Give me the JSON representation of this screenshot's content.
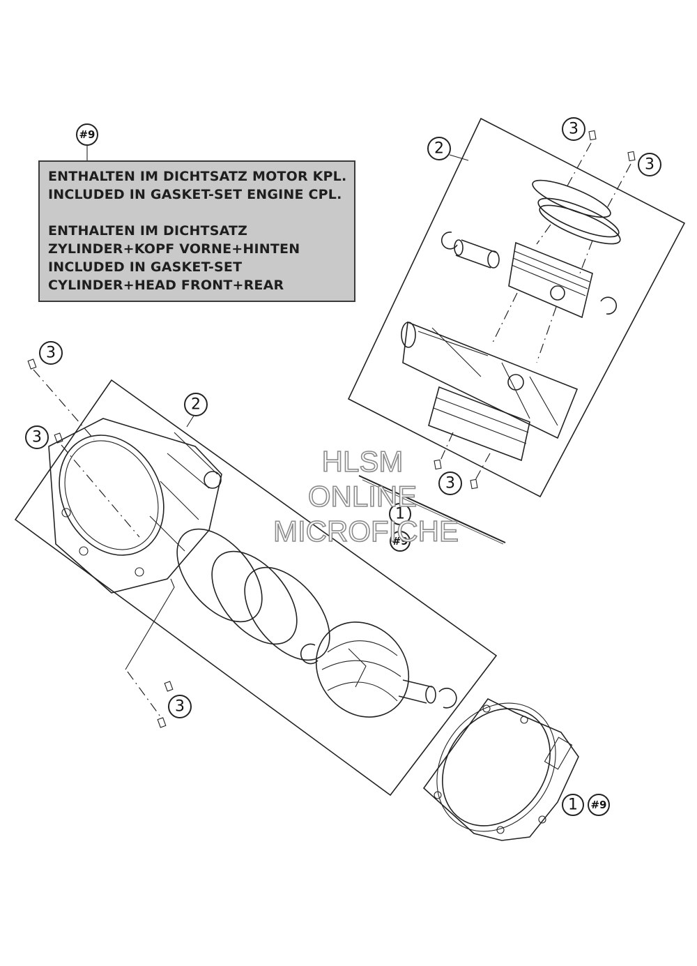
{
  "note": {
    "ref": "#9",
    "line1": "ENTHALTEN IM DICHTSATZ MOTOR KPL.",
    "line2": "INCLUDED IN GASKET-SET ENGINE CPL.",
    "line3": "ENTHALTEN IM DICHTSATZ",
    "line4": "ZYLINDER+KOPF VORNE+HINTEN",
    "line5": "INCLUDED IN GASKET-SET",
    "line6": "CYLINDER+HEAD FRONT+REAR"
  },
  "callouts": {
    "item1": "1",
    "item2": "2",
    "item3": "3",
    "ref9": "#9"
  },
  "watermark": {
    "line1": "HLSM",
    "line2": "ONLINE",
    "line3": "MICROFICHE"
  }
}
